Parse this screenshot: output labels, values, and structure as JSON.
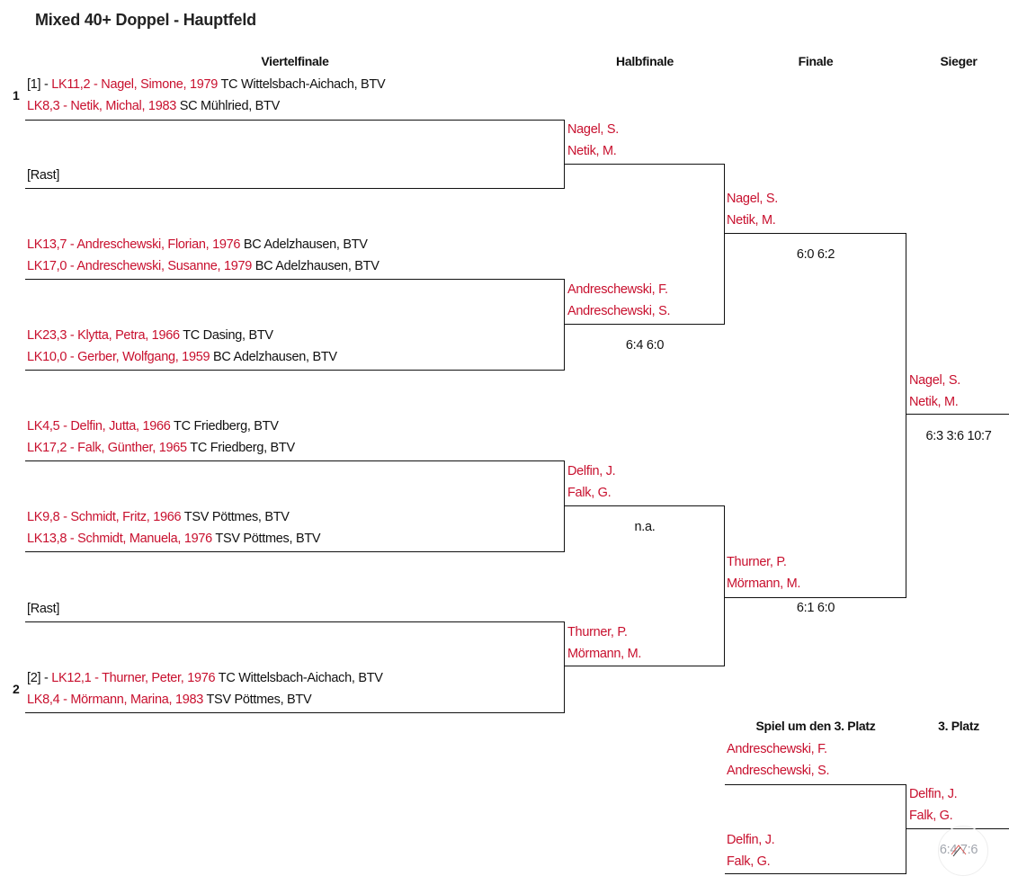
{
  "page": {
    "title": "Mixed 40+ Doppel - Hauptfeld"
  },
  "rounds": {
    "quarterfinal": "Viertelfinale",
    "semifinal": "Halbfinale",
    "final": "Finale",
    "winner": "Sieger",
    "third_place_match": "Spiel um den 3. Platz",
    "third_place": "3. Platz"
  },
  "colors": {
    "player_red": "#c8102e",
    "text": "#111111",
    "line": "#111111"
  },
  "quarterfinal_slots": [
    {
      "seed_marker": "1",
      "players": [
        {
          "prefix": "[1] - ",
          "player": "LK11,2 - Nagel, Simone, 1979",
          "club": " TC Wittelsbach-Aichach, BTV"
        },
        {
          "prefix": "",
          "player": "LK8,3 - Netik, Michal, 1983",
          "club": " SC Mühlried, BTV"
        }
      ]
    },
    {
      "bye": "[Rast]"
    },
    {
      "players": [
        {
          "prefix": "",
          "player": "LK13,7 - Andreschewski, Florian, 1976",
          "club": " BC Adelzhausen, BTV"
        },
        {
          "prefix": "",
          "player": "LK17,0 - Andreschewski, Susanne, 1979",
          "club": " BC Adelzhausen, BTV"
        }
      ]
    },
    {
      "players": [
        {
          "prefix": "",
          "player": "LK23,3 - Klytta, Petra, 1966",
          "club": " TC Dasing, BTV"
        },
        {
          "prefix": "",
          "player": "LK10,0 - Gerber, Wolfgang, 1959",
          "club": " BC Adelzhausen, BTV"
        }
      ]
    },
    {
      "players": [
        {
          "prefix": "",
          "player": "LK4,5 - Delfin, Jutta, 1966",
          "club": " TC Friedberg, BTV"
        },
        {
          "prefix": "",
          "player": "LK17,2 - Falk, Günther, 1965",
          "club": " TC Friedberg, BTV"
        }
      ]
    },
    {
      "players": [
        {
          "prefix": "",
          "player": "LK9,8 - Schmidt, Fritz, 1966",
          "club": " TSV Pöttmes, BTV"
        },
        {
          "prefix": "",
          "player": "LK13,8 - Schmidt, Manuela, 1976",
          "club": " TSV Pöttmes, BTV"
        }
      ]
    },
    {
      "bye": "[Rast]"
    },
    {
      "seed_marker": "2",
      "players": [
        {
          "prefix": "[2] - ",
          "player": "LK12,1 - Thurner, Peter, 1976",
          "club": " TC Wittelsbach-Aichach, BTV"
        },
        {
          "prefix": "",
          "player": "LK8,4 - Mörmann, Marina, 1983",
          "club": " TSV Pöttmes, BTV"
        }
      ]
    }
  ],
  "semifinal_slots": [
    {
      "names": [
        "Nagel, S.",
        "Netik, M."
      ],
      "score": ""
    },
    {
      "names": [
        "Andreschewski, F.",
        "Andreschewski, S."
      ],
      "score": "6:4 6:0"
    },
    {
      "names": [
        "Delfin, J.",
        "Falk, G."
      ],
      "score": "n.a."
    },
    {
      "names": [
        "Thurner, P.",
        "Mörmann, M."
      ],
      "score": ""
    }
  ],
  "final_slots": [
    {
      "names": [
        "Nagel, S.",
        "Netik, M."
      ],
      "score": "6:0 6:2"
    },
    {
      "names": [
        "Thurner, P.",
        "Mörmann, M."
      ],
      "score": "6:1 6:0"
    }
  ],
  "winner": {
    "names": [
      "Nagel, S.",
      "Netik, M."
    ],
    "score": "6:3 3:6 10:7"
  },
  "third_place_match": {
    "slots": [
      {
        "names": [
          "Andreschewski, F.",
          "Andreschewski, S."
        ]
      },
      {
        "names": [
          "Delfin, J.",
          "Falk, G."
        ]
      }
    ],
    "winner_names": [
      "Delfin, J.",
      "Falk, G."
    ],
    "score": "6:4 7:6"
  }
}
